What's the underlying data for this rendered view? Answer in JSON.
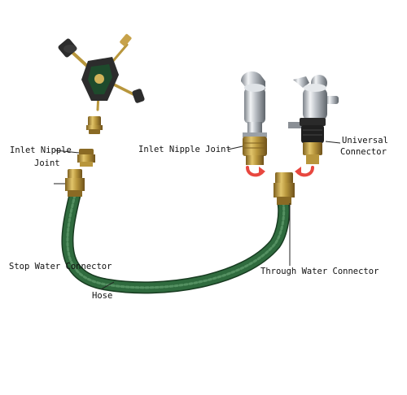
{
  "labels": {
    "inlet_nipple_left_line1": "Inlet Nipple",
    "inlet_nipple_left_line2": "Joint",
    "inlet_nipple_right": "Inlet Nipple Joint",
    "universal_line1": "Universal",
    "universal_line2": "Connector",
    "stop_water": "Stop Water Connector",
    "through_water": "Through Water Connector",
    "hose": "Hose"
  },
  "colors": {
    "hose_green": "#2f6b3e",
    "brass": "#b8963c",
    "chrome": "#c9cdd2",
    "arrow_red": "#e8473f",
    "sprinkler_dark": "#2c2c2c"
  }
}
